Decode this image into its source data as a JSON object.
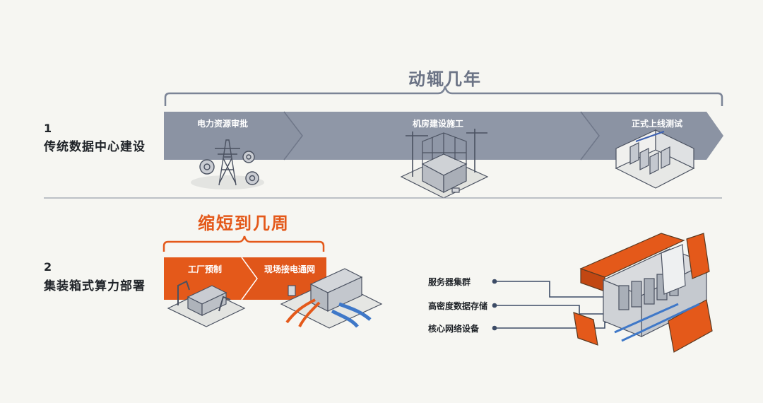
{
  "colors": {
    "gray_arrow": "#8b93a3",
    "gray_dark": "#6b7385",
    "orange": "#e4591a",
    "background": "#f6f6f2",
    "callout_line": "#3d4c66"
  },
  "row1": {
    "number": "1",
    "title": "传统数据中心建设",
    "span_label": "动辄几年",
    "stages": [
      "电力资源审批",
      "机房建设施工",
      "正式上线测试"
    ],
    "icons": [
      "power-tower-icon",
      "construction-site-icon",
      "server-room-icon"
    ]
  },
  "row2": {
    "number": "2",
    "title": "集装箱式算力部署",
    "span_label": "缩短到几周",
    "stages": [
      "工厂预制",
      "现场接电通网"
    ],
    "icons": [
      "factory-prefab-icon",
      "onsite-connection-icon",
      "container-exploded-icon"
    ],
    "callouts": [
      "服务器集群",
      "高密度数据存储",
      "核心网络设备"
    ]
  }
}
